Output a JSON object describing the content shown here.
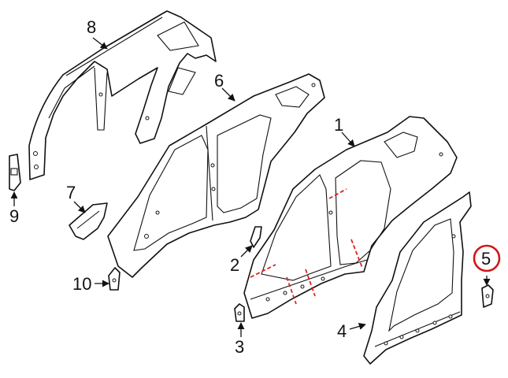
{
  "colors": {
    "line": "#111111",
    "background": "#ffffff",
    "cut_line": "#e02020",
    "highlight_ring": "#d01818"
  },
  "callouts": {
    "p1": "1",
    "p2": "2",
    "p3": "3",
    "p4": "4",
    "p5": "5",
    "p6": "6",
    "p7": "7",
    "p8": "8",
    "p9": "9",
    "p10": "10"
  },
  "highlighted_part": "5"
}
